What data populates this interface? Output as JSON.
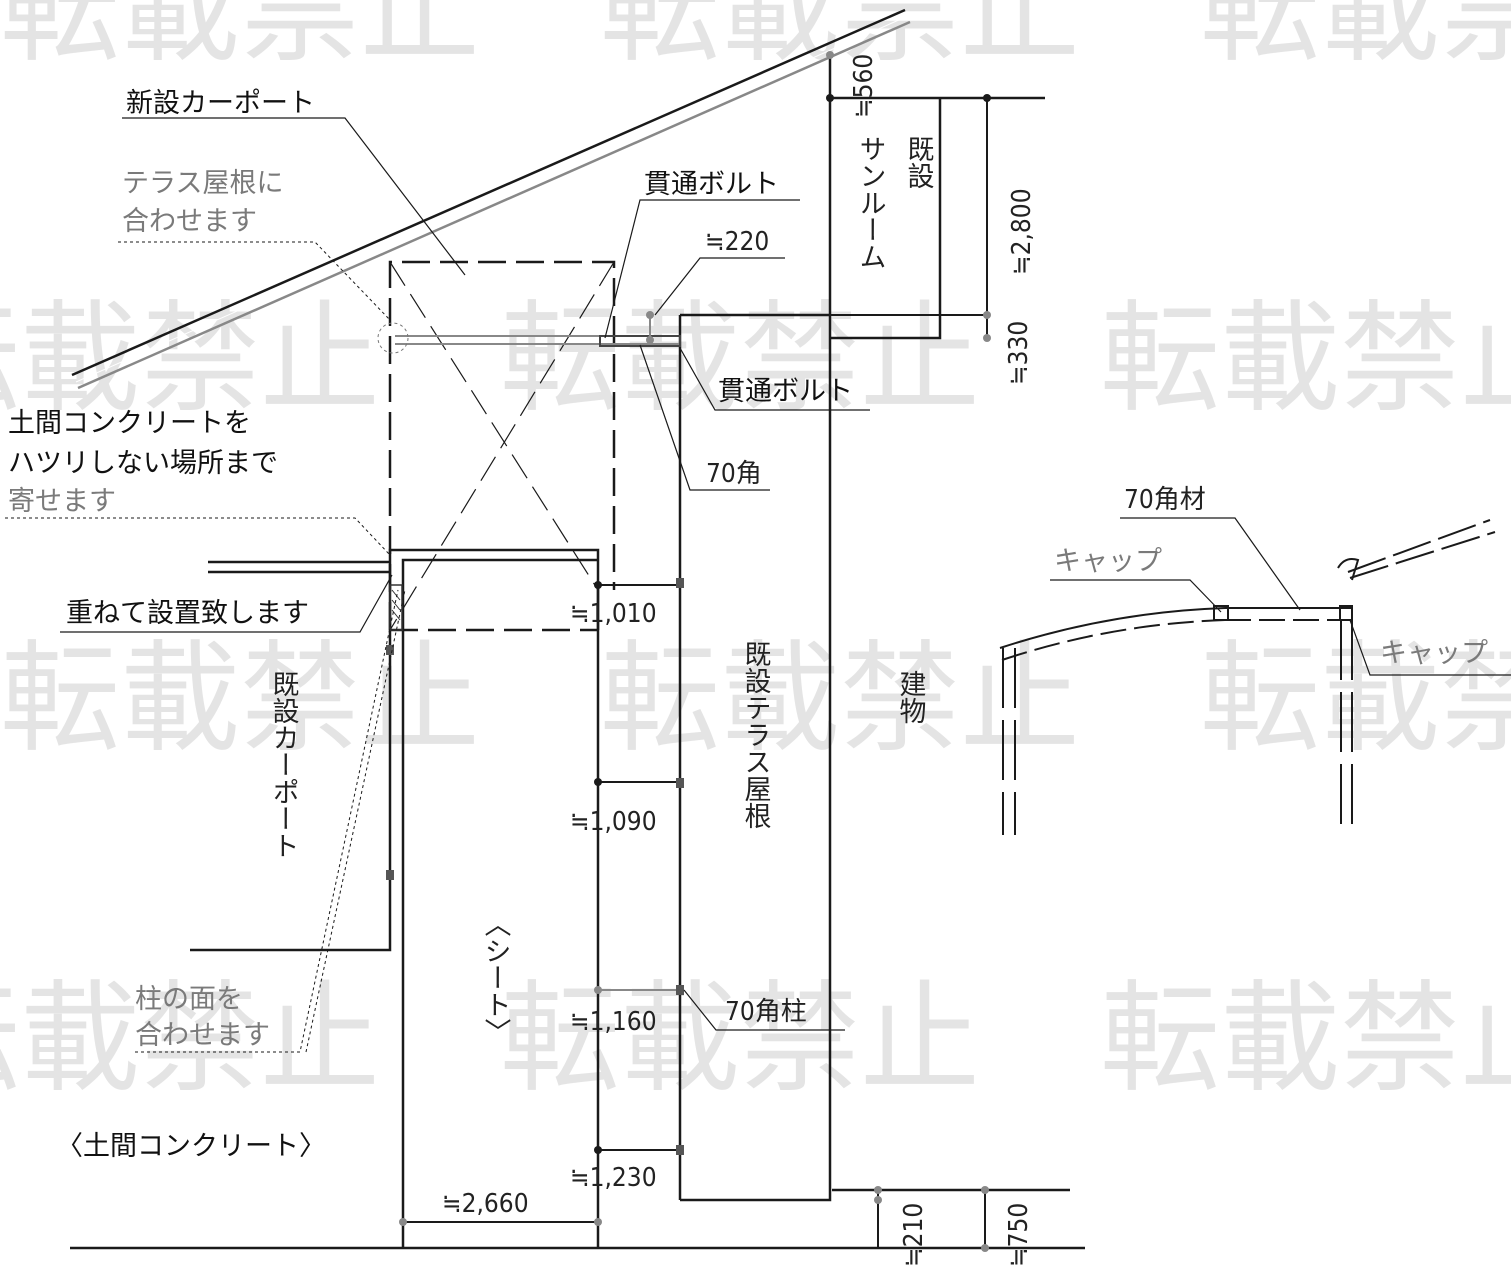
{
  "watermark": {
    "text": "転載禁止"
  },
  "labels": {
    "new_carport": "新設カーポート",
    "terrace_roof_note_line1": "テラス屋根に",
    "terrace_roof_note_line2": "合わせます",
    "through_bolt_top": "貫通ボルト",
    "through_bolt_bottom": "貫通ボルト",
    "approx_220": "≒220",
    "concrete_note_line1": "土間コンクリートを",
    "concrete_note_line2": "ハツリしない場所まで",
    "concrete_note_line3": "寄せます",
    "overlap_note": "重ねて設置致します",
    "square_70": "70角",
    "square_70_material": "70角材",
    "cap_left": "キャップ",
    "cap_right": "キャップ",
    "square_70_post": "70角柱",
    "column_face_line1": "柱の面を",
    "column_face_line2": "合わせます",
    "earth_floor_concrete": "〈土間コンクリート〉"
  },
  "vertical_labels": {
    "existing_sunroom_col1": "既設",
    "existing_sunroom_col2": "サンルーム",
    "existing_carport": "既設カーポート",
    "existing_terrace_roof": "既設テラス屋根",
    "building": "建物",
    "sheet": "〈シート〉"
  },
  "dimensions": {
    "d560": "≒560",
    "d2800": "≒2,800",
    "d330": "≒330",
    "d1010": "≒1,010",
    "d1090": "≒1,090",
    "d1160": "≒1,160",
    "d1230": "≒1,230",
    "d2660": "≒2,660",
    "d210": "≒210",
    "d750": "≒750"
  },
  "colors": {
    "line_dark": "#1a1a1a",
    "line_grey": "#8a8a8a",
    "watermark": "#cfcfcf"
  }
}
